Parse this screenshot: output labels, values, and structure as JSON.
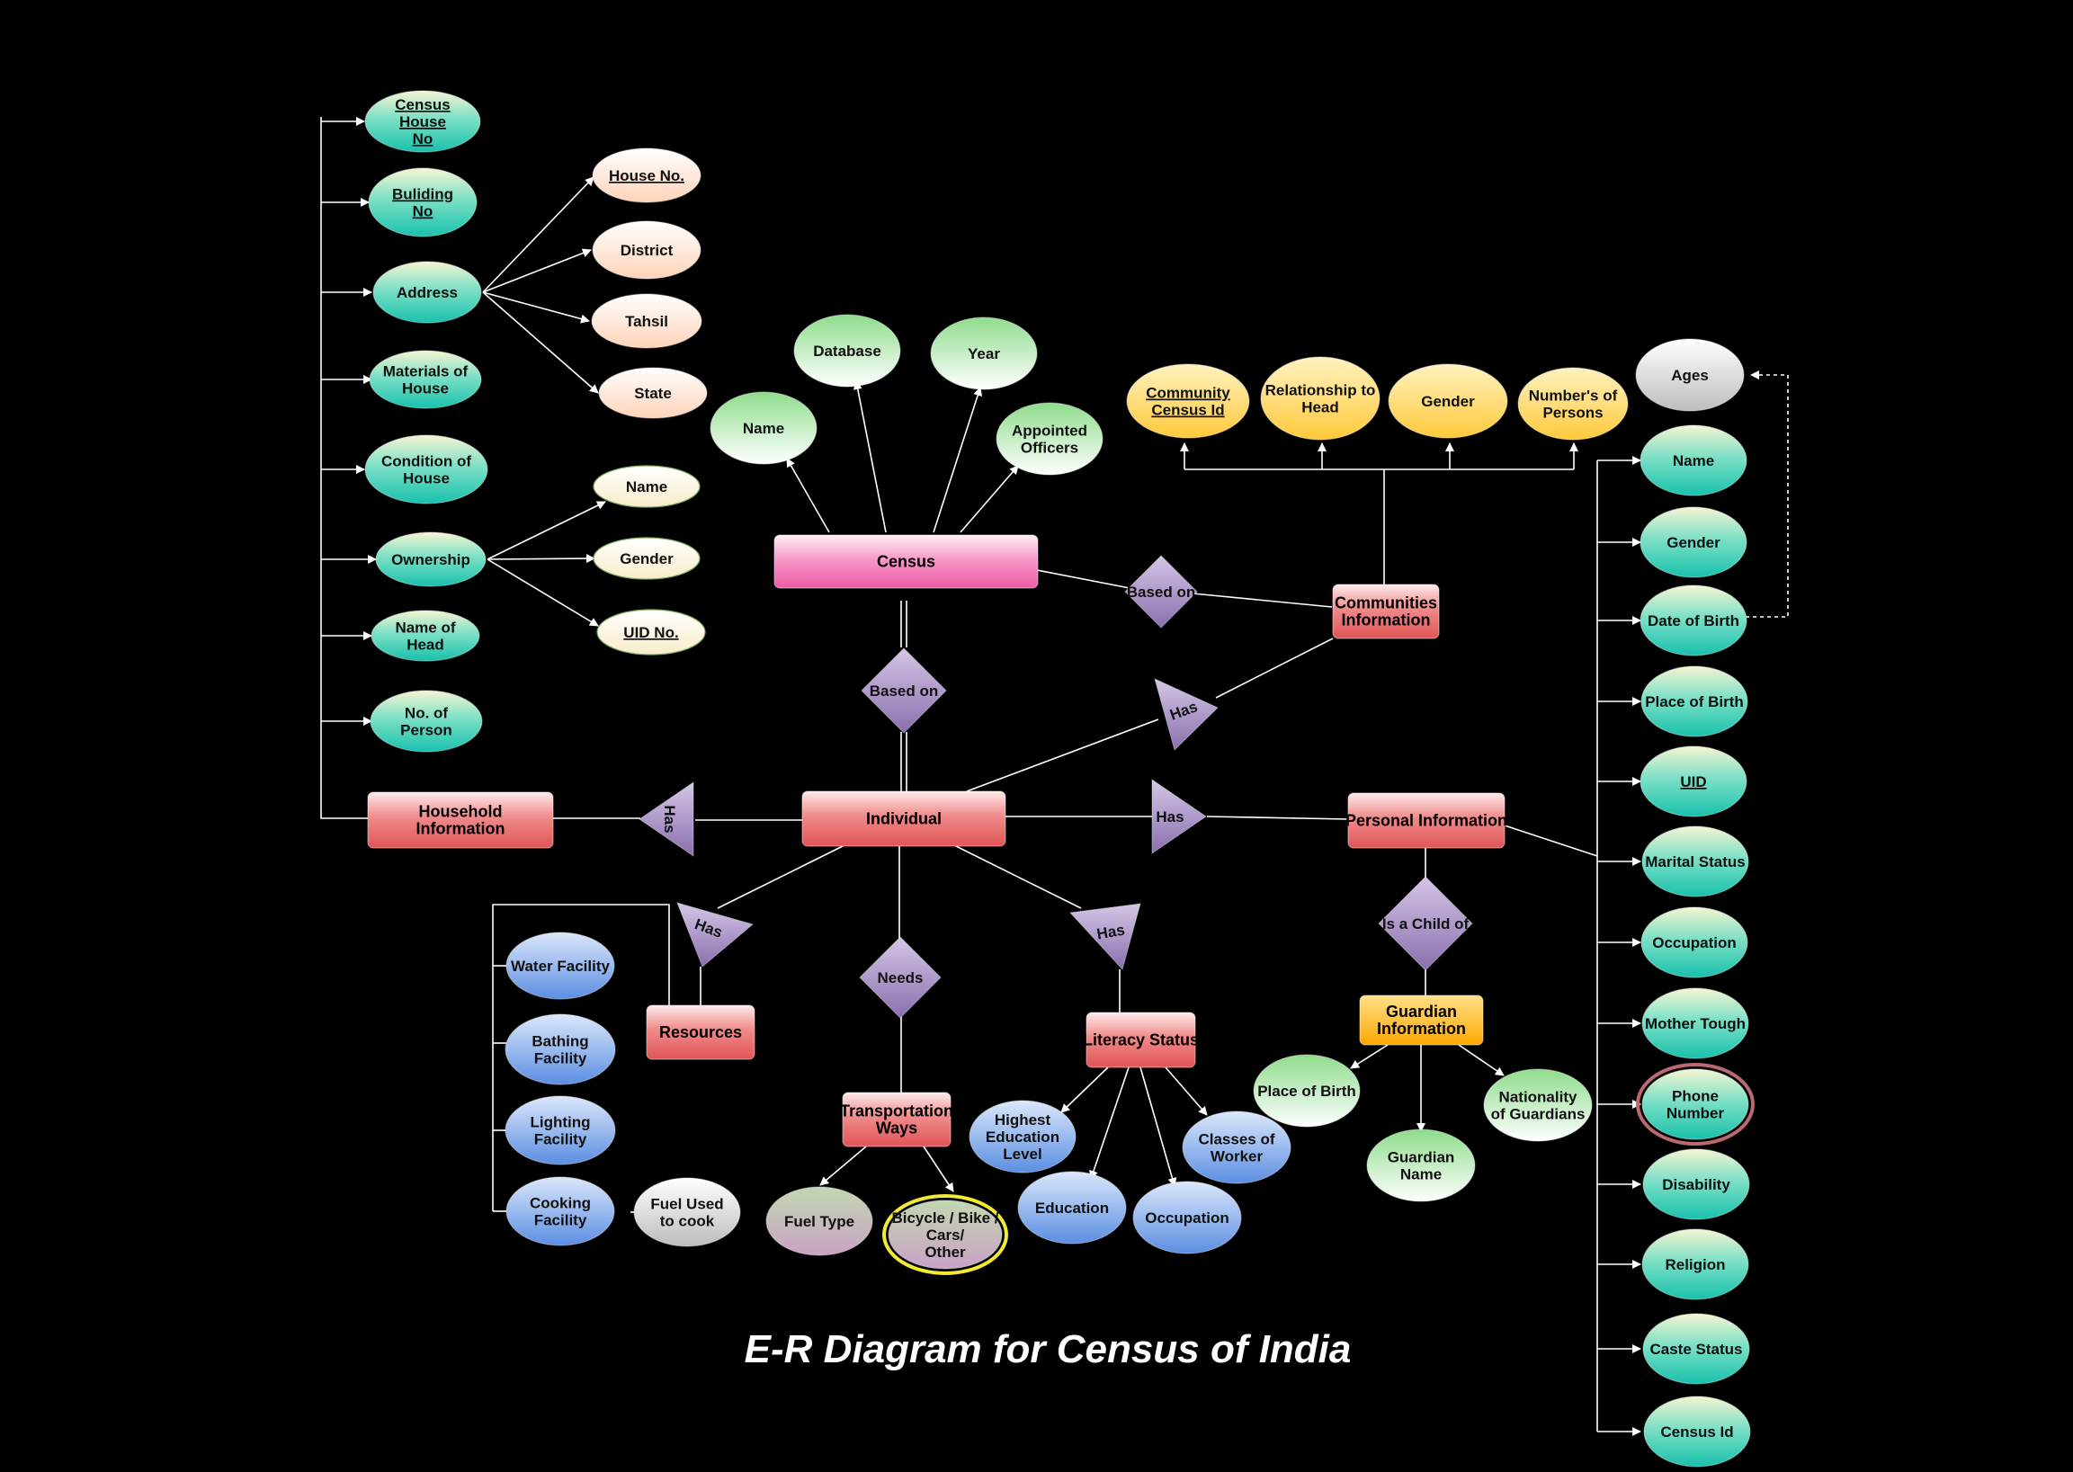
{
  "title": "E-R Diagram for Census of India",
  "colors": {
    "background": "#000000",
    "entity_red": "#e8696a",
    "entity_pink": "#f06fb0",
    "entity_orange": "#ffb300",
    "attr_teal": "#27c7b2",
    "attr_peach": "#ffd7c0",
    "attr_cream": "#fdf3da",
    "attr_green": "#9de39a",
    "attr_yellow": "#ffd45e",
    "attr_blue": "#6d9ae3",
    "attr_mauve": "#c7a9b8",
    "relationship": "#9a80b9"
  },
  "entities": {
    "census": "Census",
    "individual": "Individual",
    "household": [
      "Household",
      "Information"
    ],
    "communities": [
      "Communities",
      "Information"
    ],
    "personal": "Personal Information",
    "guardian": [
      "Guardian",
      "Information"
    ],
    "resources": "Resources",
    "literacy": "Literacy Status",
    "transport": [
      "Transportation",
      "Ways"
    ]
  },
  "relationships": {
    "census_based_on": "Based on",
    "communities_based_on": "Based on",
    "has_communities": "Has",
    "has_household": "Has",
    "has_personal": "Has",
    "has_resources": "Has",
    "has_literacy": "Has",
    "needs": "Needs",
    "is_a_child_of": "Is a Child of"
  },
  "household_attributes": [
    {
      "lines": [
        "Census",
        "House",
        "No"
      ],
      "key": true
    },
    {
      "lines": [
        "Buliding",
        "No"
      ],
      "key": true
    },
    {
      "lines": [
        "Address"
      ],
      "key": false
    },
    {
      "lines": [
        "Materials of",
        "House"
      ],
      "key": false
    },
    {
      "lines": [
        "Condition of",
        "House"
      ],
      "key": false
    },
    {
      "lines": [
        "Ownership"
      ],
      "key": false
    },
    {
      "lines": [
        "Name of",
        "Head"
      ],
      "key": false
    },
    {
      "lines": [
        "No. of",
        "Person"
      ],
      "key": false
    }
  ],
  "address_attributes": [
    {
      "lines": [
        "House No."
      ],
      "key": true
    },
    {
      "lines": [
        "District"
      ],
      "key": false
    },
    {
      "lines": [
        "Tahsil"
      ],
      "key": false
    },
    {
      "lines": [
        "State"
      ],
      "key": false
    }
  ],
  "ownership_attributes": [
    {
      "lines": [
        "Name"
      ],
      "key": false
    },
    {
      "lines": [
        "Gender"
      ],
      "key": false
    },
    {
      "lines": [
        "UID No."
      ],
      "key": true
    }
  ],
  "census_attributes": [
    {
      "lines": [
        "Name"
      ]
    },
    {
      "lines": [
        "Database"
      ]
    },
    {
      "lines": [
        "Year"
      ]
    },
    {
      "lines": [
        "Appointed",
        "Officers"
      ]
    }
  ],
  "community_attributes": [
    {
      "lines": [
        "Community",
        "Census Id"
      ],
      "key": true
    },
    {
      "lines": [
        "Relationship to",
        "Head"
      ],
      "key": false
    },
    {
      "lines": [
        "Gender"
      ],
      "key": false
    },
    {
      "lines": [
        "Number's of",
        "Persons"
      ],
      "key": false
    }
  ],
  "ages": "Ages",
  "personal_attributes": [
    {
      "lines": [
        "Name"
      ],
      "key": false
    },
    {
      "lines": [
        "Gender"
      ],
      "key": false
    },
    {
      "lines": [
        "Date of Birth"
      ],
      "key": false
    },
    {
      "lines": [
        "Place of Birth"
      ],
      "key": false
    },
    {
      "lines": [
        "UID"
      ],
      "key": true
    },
    {
      "lines": [
        "Marital Status"
      ],
      "key": false
    },
    {
      "lines": [
        "Occupation"
      ],
      "key": false
    },
    {
      "lines": [
        "Mother Tough"
      ],
      "key": false
    },
    {
      "lines": [
        "Phone",
        "Number"
      ],
      "key": false,
      "multivalued": true
    },
    {
      "lines": [
        "Disability"
      ],
      "key": false
    },
    {
      "lines": [
        "Religion"
      ],
      "key": false
    },
    {
      "lines": [
        "Caste Status"
      ],
      "key": false
    },
    {
      "lines": [
        "Census Id"
      ],
      "key": false
    }
  ],
  "resource_attributes": [
    {
      "lines": [
        "Water Facility"
      ]
    },
    {
      "lines": [
        "Bathing",
        "Facility"
      ]
    },
    {
      "lines": [
        "Lighting",
        "Facility"
      ]
    },
    {
      "lines": [
        "Cooking",
        "Facility"
      ]
    }
  ],
  "fuel_used": [
    "Fuel Used",
    "to cook"
  ],
  "transport_attributes": [
    {
      "lines": [
        "Fuel Type"
      ]
    },
    {
      "lines": [
        "Bicycle / Bike /",
        "Cars/",
        "Other"
      ],
      "multivalued": true
    }
  ],
  "literacy_attributes": [
    {
      "lines": [
        "Highest",
        "Education",
        "Level"
      ]
    },
    {
      "lines": [
        "Education"
      ]
    },
    {
      "lines": [
        "Occupation"
      ]
    },
    {
      "lines": [
        "Classes of",
        "Worker"
      ]
    }
  ],
  "guardian_attributes": [
    {
      "lines": [
        "Place of Birth"
      ]
    },
    {
      "lines": [
        "Guardian",
        "Name"
      ]
    },
    {
      "lines": [
        "Nationality",
        "of Guardians"
      ]
    }
  ]
}
